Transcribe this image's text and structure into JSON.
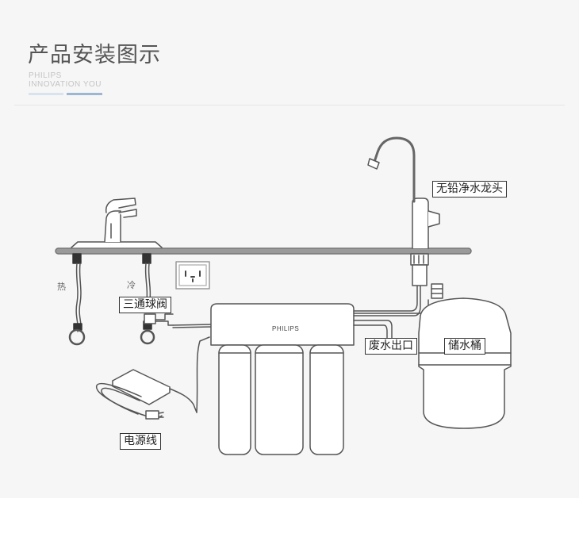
{
  "header": {
    "title": "产品安装图示",
    "brand_line1": "PHILIPS",
    "brand_line2": "INNOVATION YOU"
  },
  "diagram": {
    "labels": {
      "faucet": "无铅净水龙头",
      "ball_valve": "三通球阀",
      "waste_outlet": "废水出口",
      "storage_tank": "储水桶",
      "power_cord": "电源线",
      "hot": "热",
      "cold": "冷"
    },
    "unit_brand": "PHILIPS"
  },
  "colors": {
    "panel": "#f6f6f6",
    "line": "#555555",
    "accent_bar_light": "#d8e3ef",
    "accent_bar_dark": "#9db6d1"
  }
}
